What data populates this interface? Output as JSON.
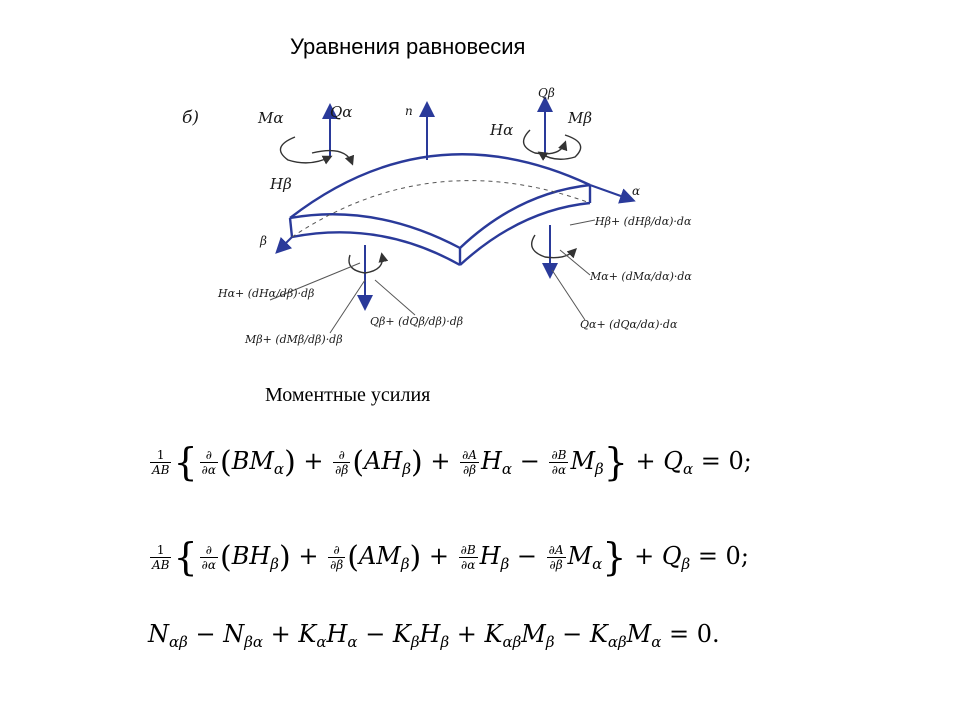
{
  "title": "Уравнения равновесия",
  "section_heading": "Моментные усилия",
  "diagram": {
    "panel_label": "б)",
    "labels": {
      "m_alpha": "Mα",
      "q_alpha": "Qα",
      "n": "n",
      "q_beta": "Qβ",
      "h_alpha": "Hα",
      "m_beta": "Mβ",
      "h_beta": "Hβ",
      "alpha_axis": "α",
      "beta_axis": "β",
      "hbeta_incr": "Hβ+ (dHβ/dα)·dα",
      "malpha_incr": "Mα+ (dMα/dα)·dα",
      "qalpha_incr": "Qα+ (dQα/dα)·dα",
      "halpha_incr": "Hα+ (dHα/dβ)·dβ",
      "qbeta_incr": "Qβ+ (dQβ/dβ)·dβ",
      "mbeta_incr": "Mβ+ (dMβ/dβ)·dβ"
    }
  },
  "equations": {
    "eq1": "1/AB {∂/∂α(BMα) + ∂/∂β(AHβ) + ∂A/∂β Hα − ∂B/∂α Mβ} + Qα = 0;",
    "eq2": "1/AB {∂/∂α(BHβ) + ∂/∂β(AMβ) + ∂B/∂α Hβ − ∂A/∂β Mα} + Qβ = 0;",
    "eq3": "Nαβ − Nβα + KαHα − KβHβ + KαβMβ − KαβMα = 0."
  }
}
